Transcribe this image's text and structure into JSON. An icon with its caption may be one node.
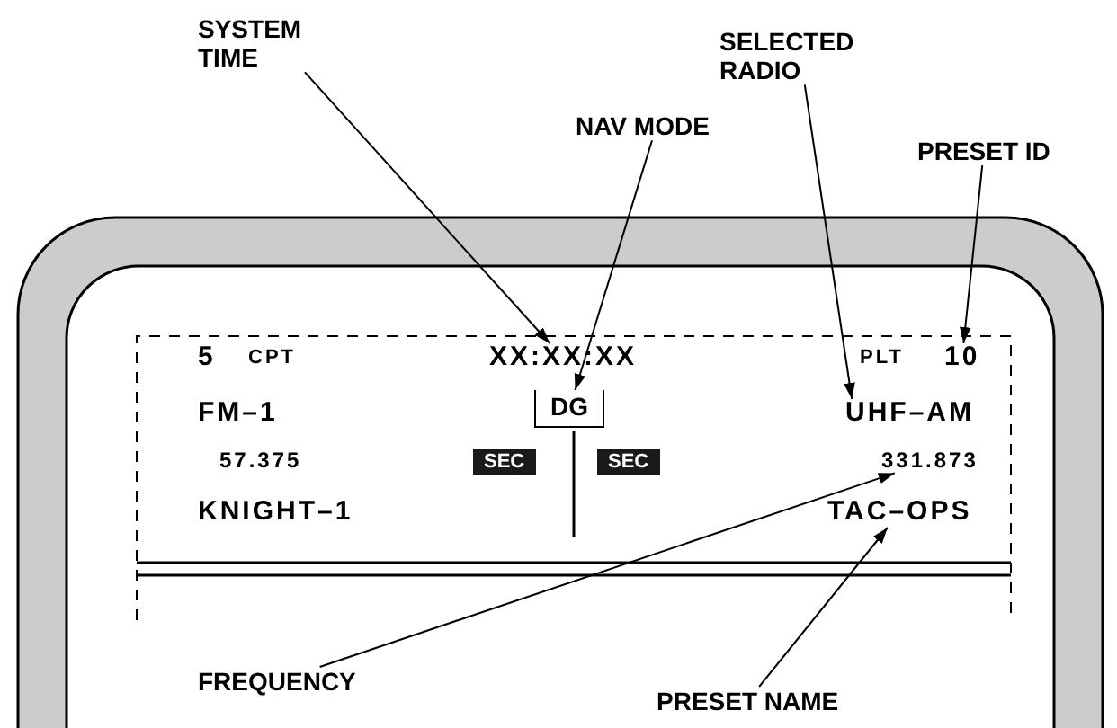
{
  "diagram": {
    "nodes": [
      {
        "text": [
          "SYSTEM TIME"
        ]
      },
      {
        "text": [
          "NAV MODE"
        ]
      },
      {
        "text": [
          "SELECTED RADIO"
        ]
      },
      {
        "text": [
          "PRESET ID"
        ]
      },
      {
        "text": [
          "XX:XX:XX"
        ]
      },
      {
        "text": [
          "DG"
        ]
      },
      {
        "text": [
          "UHF–AM"
        ]
      },
      {
        "text": [
          "10"
        ]
      },
      {
        "text": [
          "SEC"
        ]
      },
      {
        "text": [
          "SEC"
        ]
      },
      {
        "text": [
          "331.873"
        ]
      },
      {
        "text": [
          "TAC–OPS"
        ]
      },
      {
        "text": [
          "FREQUENCY"
        ]
      },
      {
        "text": [
          "PRESET NAME"
        ]
      }
    ],
    "edges": [
      {
        "from": 0,
        "to": 4,
        "arrow": "to"
      },
      {
        "from": 1,
        "to": 5,
        "arrow": "to"
      },
      {
        "from": 2,
        "to": 6,
        "arrow": "to"
      },
      {
        "from": 3,
        "to": 7,
        "arrow": "to"
      },
      {
        "from": 12,
        "to": 10,
        "arrow": "to"
      },
      {
        "from": 13,
        "to": 11,
        "arrow": "to"
      }
    ],
    "labels": [
      "5",
      "CPT",
      "PLT",
      "FM–1",
      "57.375",
      "KNIGHT–1"
    ]
  }
}
